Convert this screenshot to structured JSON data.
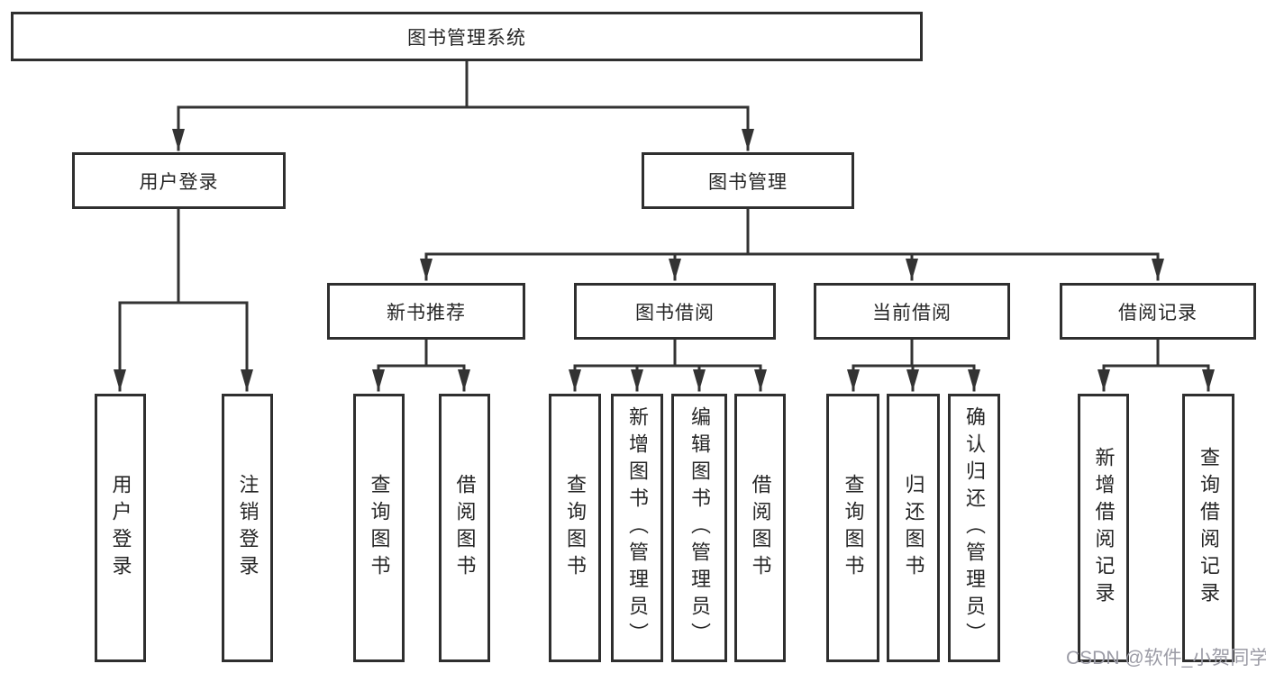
{
  "nodes": {
    "root": "图书管理系统",
    "user_login": "用户登录",
    "book_management": "图书管理",
    "new_book_recommend": "新书推荐",
    "book_borrow": "图书借阅",
    "current_borrow": "当前借阅",
    "borrow_record": "借阅记录"
  },
  "leaves": [
    "用户登录",
    "注销登录",
    "查询图书",
    "借阅图书",
    "查询图书",
    "新增图书（管理员）",
    "编辑图书（管理员）",
    "借阅图书",
    "查询图书",
    "归还图书",
    "确认归还（管理员）",
    "新增借阅记录",
    "查询借阅记录"
  ],
  "watermark": {
    "text": "CSDN @软件_小贺同学",
    "color": "#9c9ca6"
  },
  "colors": {
    "line": "#333333",
    "border": "#2f2f2f",
    "box_fill": "#ffffff",
    "text": "#262626",
    "background": "#ffffff"
  }
}
